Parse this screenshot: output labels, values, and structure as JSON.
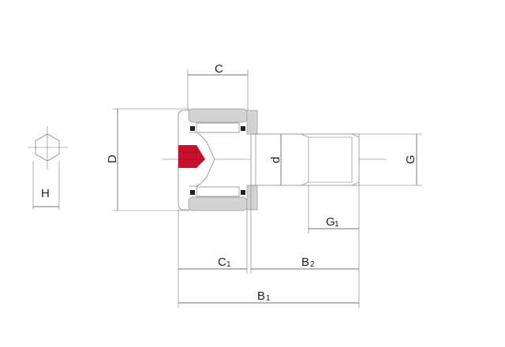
{
  "labels": {
    "C": "C",
    "D": "D",
    "d": "d",
    "G": "G",
    "H": "H",
    "G1": {
      "main": "G",
      "sub": "1"
    },
    "C1": {
      "main": "C",
      "sub": "1"
    },
    "B2": {
      "main": "B",
      "sub": "2"
    },
    "B1": {
      "main": "B",
      "sub": "1"
    }
  },
  "colors": {
    "accent": "#c8102e",
    "ring": "#d3d3d3"
  }
}
